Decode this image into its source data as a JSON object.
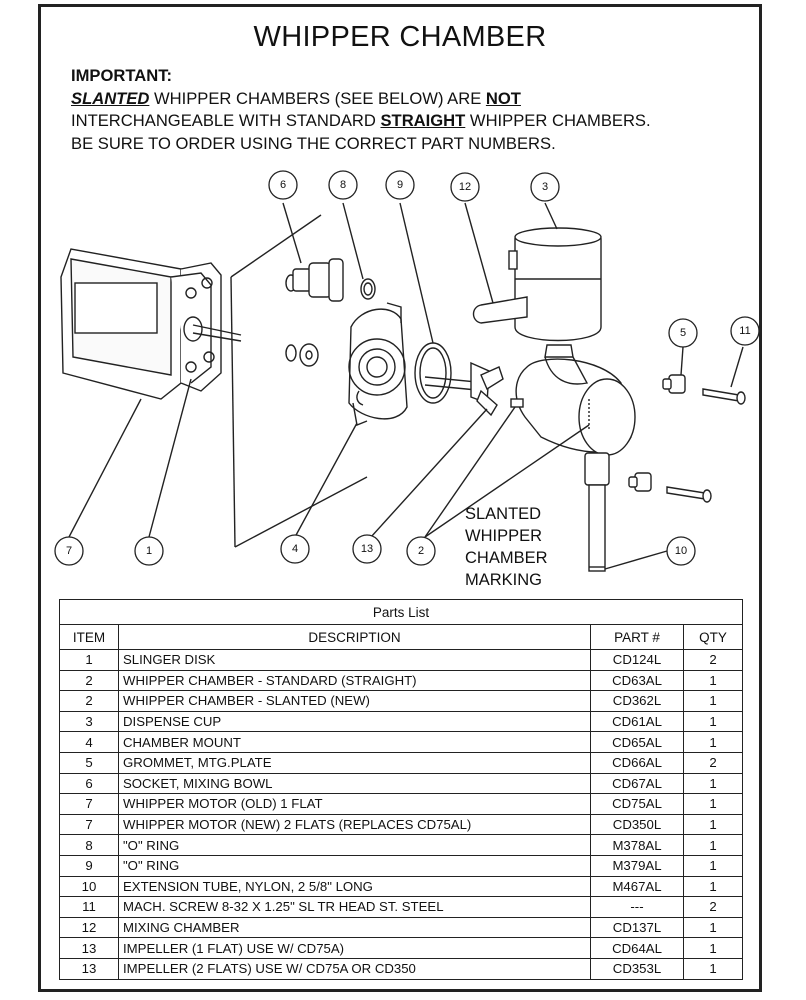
{
  "title": "WHIPPER CHAMBER",
  "notice": {
    "heading": "IMPORTANT:",
    "slanted": "SLANTED",
    "text1": " WHIPPER CHAMBERS (SEE BELOW) ARE ",
    "not": "NOT",
    "text2": "INTERCHANGEABLE WITH STANDARD ",
    "straight": "STRAIGHT",
    "text3": "  WHIPPER CHAMBERS.",
    "line3": "BE SURE TO ORDER USING THE CORRECT PART NUMBERS."
  },
  "callouts": [
    "6",
    "8",
    "9",
    "12",
    "3",
    "5",
    "11",
    "7",
    "1",
    "4",
    "13",
    "2",
    "10"
  ],
  "marking_label": [
    "SLANTED",
    "WHIPPER",
    "CHAMBER",
    "MARKING"
  ],
  "parts_list": {
    "caption": "Parts List",
    "headers": {
      "item": "ITEM",
      "description": "DESCRIPTION",
      "part": "PART #",
      "qty": "QTY"
    },
    "rows": [
      {
        "item": "1",
        "description": "SLINGER DISK",
        "part": "CD124L",
        "qty": "2"
      },
      {
        "item": "2",
        "description": "WHIPPER CHAMBER - STANDARD (STRAIGHT)",
        "part": "CD63AL",
        "qty": "1"
      },
      {
        "item": "2",
        "description": "WHIPPER CHAMBER - SLANTED (NEW)",
        "part": "CD362L",
        "qty": "1"
      },
      {
        "item": "3",
        "description": "DISPENSE CUP",
        "part": "CD61AL",
        "qty": "1"
      },
      {
        "item": "4",
        "description": "CHAMBER MOUNT",
        "part": "CD65AL",
        "qty": "1"
      },
      {
        "item": "5",
        "description": "GROMMET, MTG.PLATE",
        "part": "CD66AL",
        "qty": "2"
      },
      {
        "item": "6",
        "description": "SOCKET, MIXING BOWL",
        "part": "CD67AL",
        "qty": "1"
      },
      {
        "item": "7",
        "description": "WHIPPER MOTOR  (OLD) 1 FLAT",
        "part": "CD75AL",
        "qty": "1"
      },
      {
        "item": "7",
        "description": "WHIPPER MOTOR  (NEW) 2 FLATS (REPLACES CD75AL)",
        "part": "CD350L",
        "qty": "1"
      },
      {
        "item": "8",
        "description": "\"O\" RING",
        "part": "M378AL",
        "qty": "1"
      },
      {
        "item": "9",
        "description": "\"O\" RING",
        "part": "M379AL",
        "qty": "1"
      },
      {
        "item": "10",
        "description": "EXTENSION TUBE, NYLON, 2 5/8\" LONG",
        "part": "M467AL",
        "qty": "1"
      },
      {
        "item": "11",
        "description": "MACH. SCREW 8-32 X 1.25\" SL TR HEAD ST. STEEL",
        "part": "---",
        "qty": "2"
      },
      {
        "item": "12",
        "description": "MIXING CHAMBER",
        "part": "CD137L",
        "qty": "1"
      },
      {
        "item": "13",
        "description": "IMPELLER  (1 FLAT) USE W/ CD75A)",
        "part": "CD64AL",
        "qty": "1"
      },
      {
        "item": "13",
        "description": "IMPELLER  (2 FLATS) USE W/ CD75A OR CD350",
        "part": "CD353L",
        "qty": "1"
      }
    ]
  }
}
